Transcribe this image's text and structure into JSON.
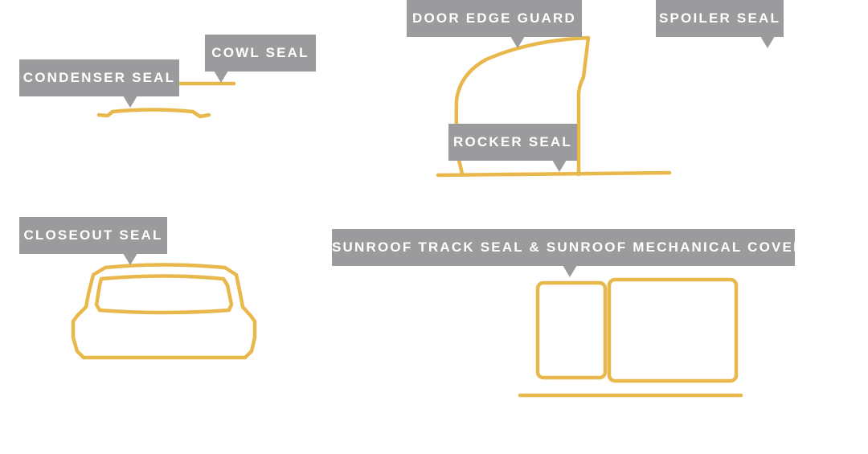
{
  "colors": {
    "outline": "#E8B84D",
    "tag_background": "#9B9B9D",
    "tag_text": "#FFFFFF",
    "background": "#FFFFFF"
  },
  "labels": {
    "condenser_seal": "CONDENSER SEAL",
    "cowl_seal": "COWL SEAL",
    "door_edge_guard": "DOOR EDGE GUARD",
    "spoiler_seal": "SPOILER SEAL",
    "rocker_seal": "ROCKER SEAL",
    "closeout_seal": "CLOSEOUT SEAL",
    "sunroof_seal": "SUNROOF TRACK SEAL & SUNROOF MECHANICAL COVER"
  }
}
